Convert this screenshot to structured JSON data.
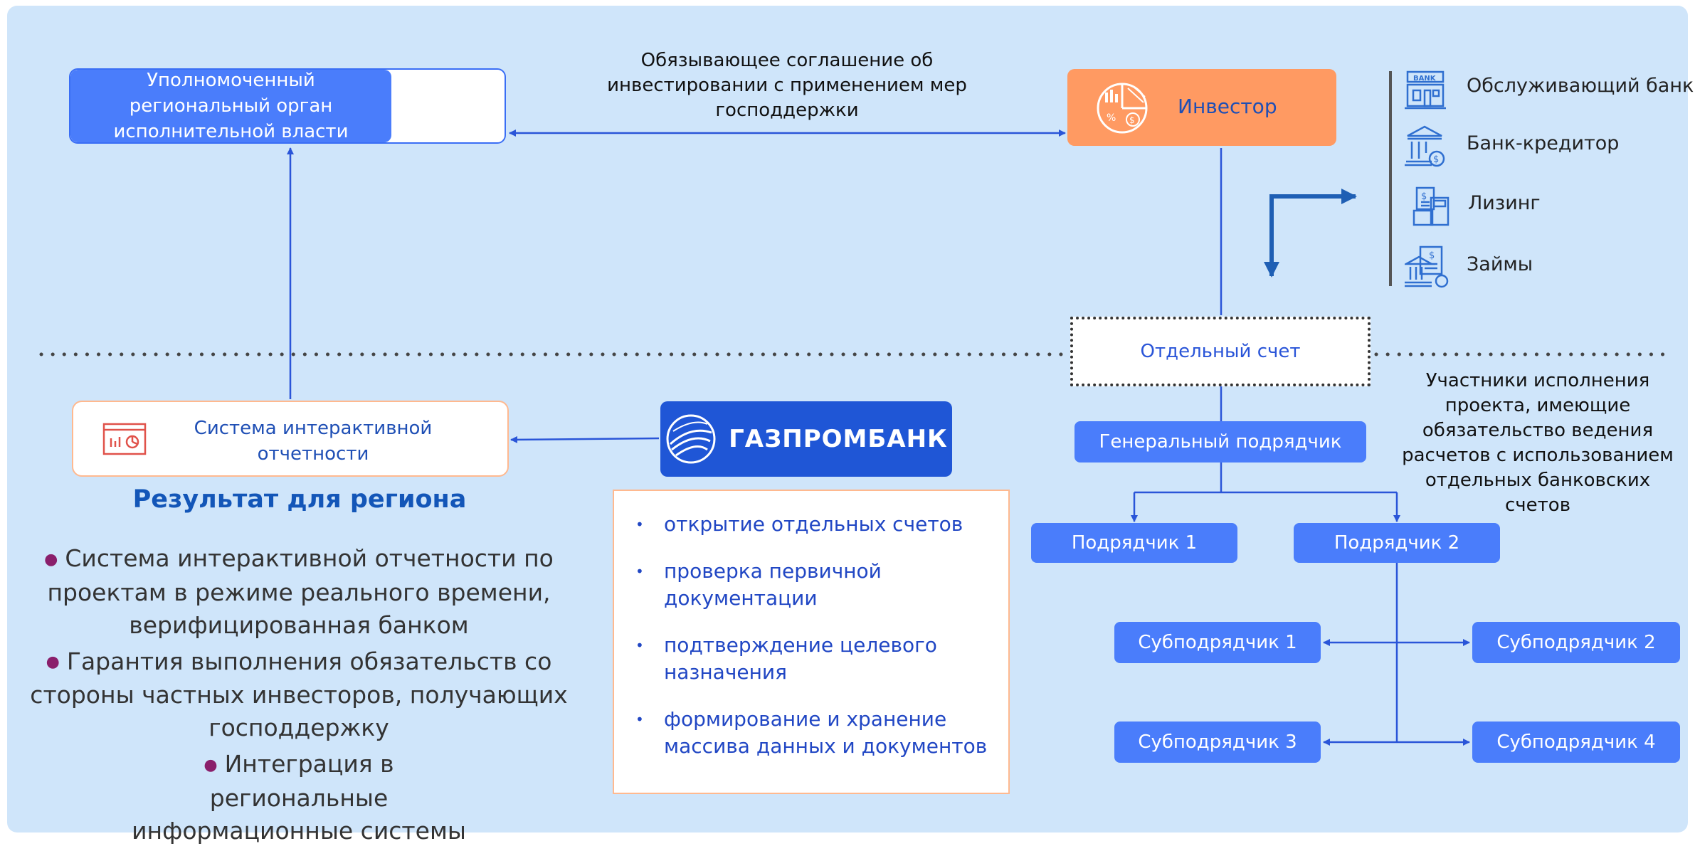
{
  "authority": {
    "label": "Уполномоченный региональный орган исполнительной власти"
  },
  "agreement": {
    "label": "Обязывающее соглашение об инвестировании с применением мер господдержки"
  },
  "investor": {
    "label": "Инвестор"
  },
  "services": {
    "items": [
      {
        "label": "Обслуживающий банк",
        "icon": "bank-building-icon"
      },
      {
        "label": "Банк-кредитор",
        "icon": "bank-dollar-icon"
      },
      {
        "label": "Лизинг",
        "icon": "leasing-calculator-icon"
      },
      {
        "label": "Займы",
        "icon": "loan-document-icon"
      }
    ]
  },
  "account": {
    "label": "Отдельный счет"
  },
  "participants_note": {
    "label": "Участники исполнения проекта, имеющие обязательство ведения расчетов с использованием отдельных банковских счетов"
  },
  "system": {
    "label": "Система интерактивной отчетности"
  },
  "result": {
    "title": "Результат для региона",
    "items": [
      "Система интерактивной отчетности по проектам в режиме реального времени, верифицированная банком",
      "Гарантия выполнения обязательств со стороны частных инвесторов, получающих господдержку",
      "Интеграция в региональные информационные системы"
    ]
  },
  "bank": {
    "name": "ГАЗПРОМБАНК"
  },
  "bank_services": {
    "items": [
      "открытие отдельных счетов",
      "проверка первичной документации",
      "подтверждение целевого назначения",
      "формирование и хранение массива данных и документов"
    ]
  },
  "contractors": {
    "general": "Генеральный подрядчик",
    "c1": "Подрядчик 1",
    "c2": "Подрядчик 2",
    "s1": "Субподрядчик 1",
    "s2": "Субподрядчик 2",
    "s3": "Субподрядчик 3",
    "s4": "Субподрядчик 4"
  },
  "colors": {
    "background": "#cfe5fa",
    "blue_box": "#4a7dfb",
    "investor": "#ff9a62",
    "bank": "#1f56d6",
    "line": "#2a55d8",
    "accent_border": "#ffb98f"
  }
}
